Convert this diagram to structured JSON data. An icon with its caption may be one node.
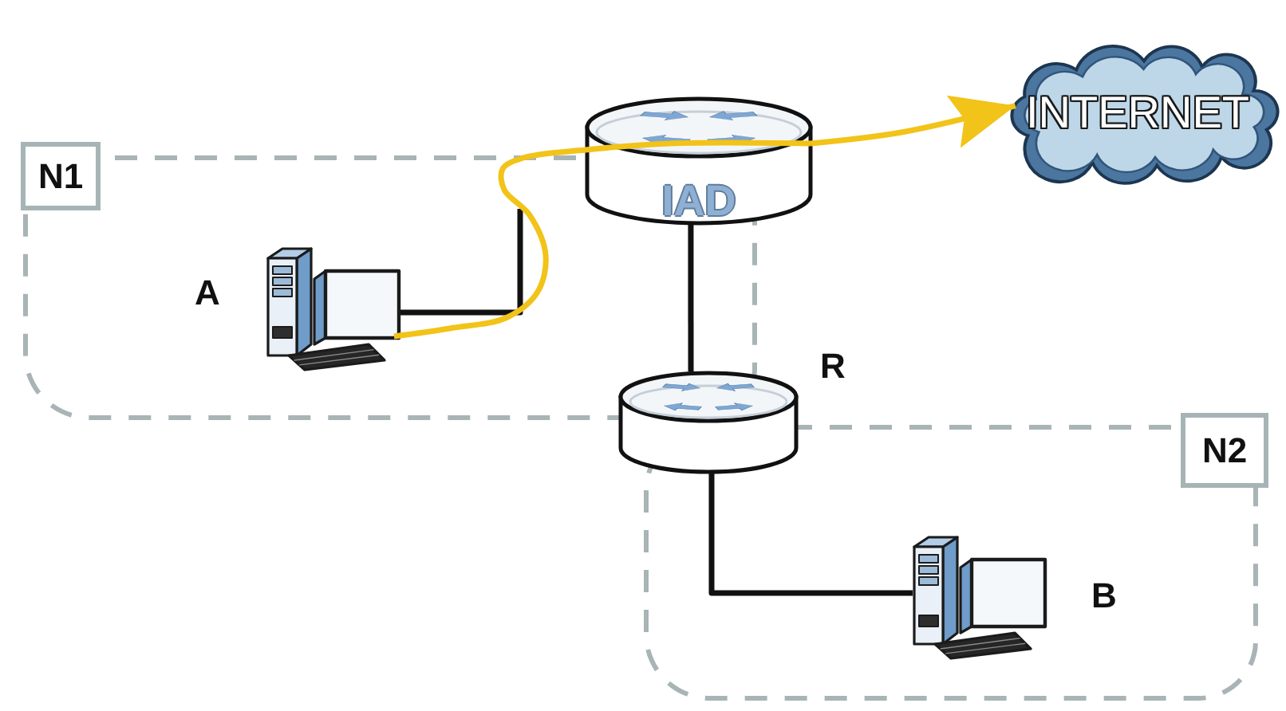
{
  "diagram": {
    "nodes": [
      {
        "text": [
          "N1"
        ]
      },
      {
        "text": [],
        "shape": "picture",
        "beside": [
          "A"
        ],
        "in": 0
      },
      {
        "text": [
          "IAD"
        ]
      },
      {
        "text": [
          "INTERNET"
        ]
      },
      {
        "text": [],
        "shape": "picture",
        "beside": [
          "R"
        ]
      },
      {
        "text": [
          "N2"
        ]
      },
      {
        "text": [],
        "shape": "picture",
        "beside": [
          "B"
        ],
        "in": 5
      }
    ],
    "edges": [
      {
        "from": 1,
        "to": null,
        "arrow": "none"
      },
      {
        "from": 1,
        "to": 2,
        "arrow": "none",
        "color": "#f2c318"
      },
      {
        "from": 2,
        "to": 3,
        "arrow": "to",
        "color": "#f2c318"
      },
      {
        "from": 2,
        "to": 4,
        "arrow": "none"
      },
      {
        "from": 4,
        "to": 6,
        "arrow": "none"
      }
    ]
  }
}
